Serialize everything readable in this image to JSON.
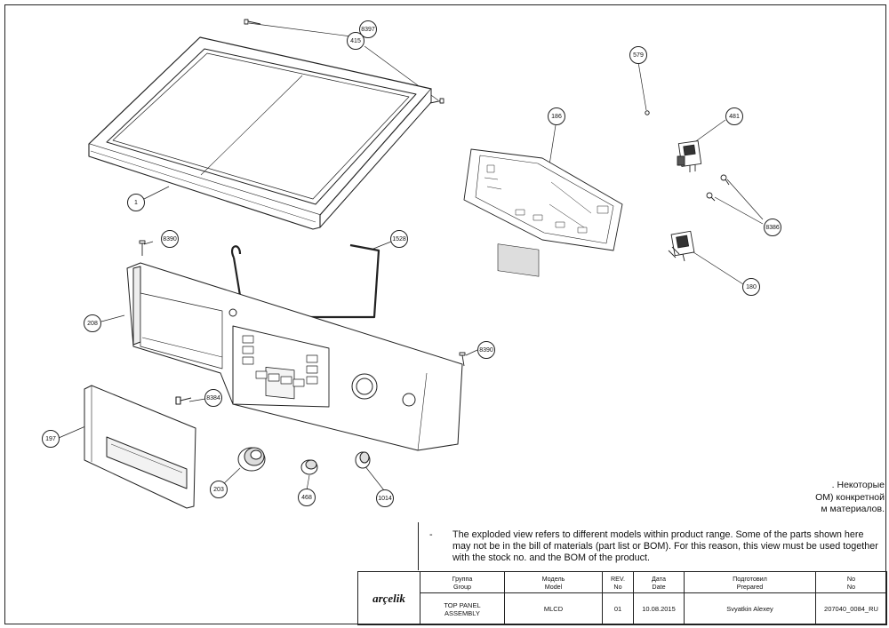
{
  "callouts": [
    {
      "label": "8397"
    },
    {
      "label": "415"
    },
    {
      "label": "579"
    },
    {
      "label": "186"
    },
    {
      "label": "481"
    },
    {
      "label": "8386"
    },
    {
      "label": "1"
    },
    {
      "label": "8390"
    },
    {
      "label": "1528"
    },
    {
      "label": "180"
    },
    {
      "label": "208"
    },
    {
      "label": "8390"
    },
    {
      "label": "8384"
    },
    {
      "label": "197"
    },
    {
      "label": "203"
    },
    {
      "label": "468"
    },
    {
      "label": "1014"
    }
  ],
  "notes": {
    "russian": [
      ". Некоторые",
      "ОМ) конкретной",
      "м материалов."
    ],
    "dash": "-",
    "english": "The exploded view refers to different models within product range. Some of the parts shown here may not be in the bill of materials (part list or BOM). For this reason, this view must be used together with the stock no. and the BOM of the product."
  },
  "title_block": {
    "logo": "arçelik",
    "headers": {
      "group_ru": "Группа",
      "group_en": "Group",
      "model_ru": "Модель",
      "model_en": "Model",
      "rev_ru": "REV.",
      "rev_en": "No",
      "date_ru": "Дата",
      "date_en": "Date",
      "prepared_ru": "Подготовил",
      "prepared_en": "Prepared",
      "no_ru": "No",
      "no_en": "No"
    },
    "values": {
      "group_line1": "TOP PANEL",
      "group_line2": "ASSEMBLY",
      "model": "MLCD",
      "rev": "01",
      "date": "10.08.2015",
      "prepared": "Svyatkin Alexey",
      "number": "207040_0084_RU"
    }
  }
}
